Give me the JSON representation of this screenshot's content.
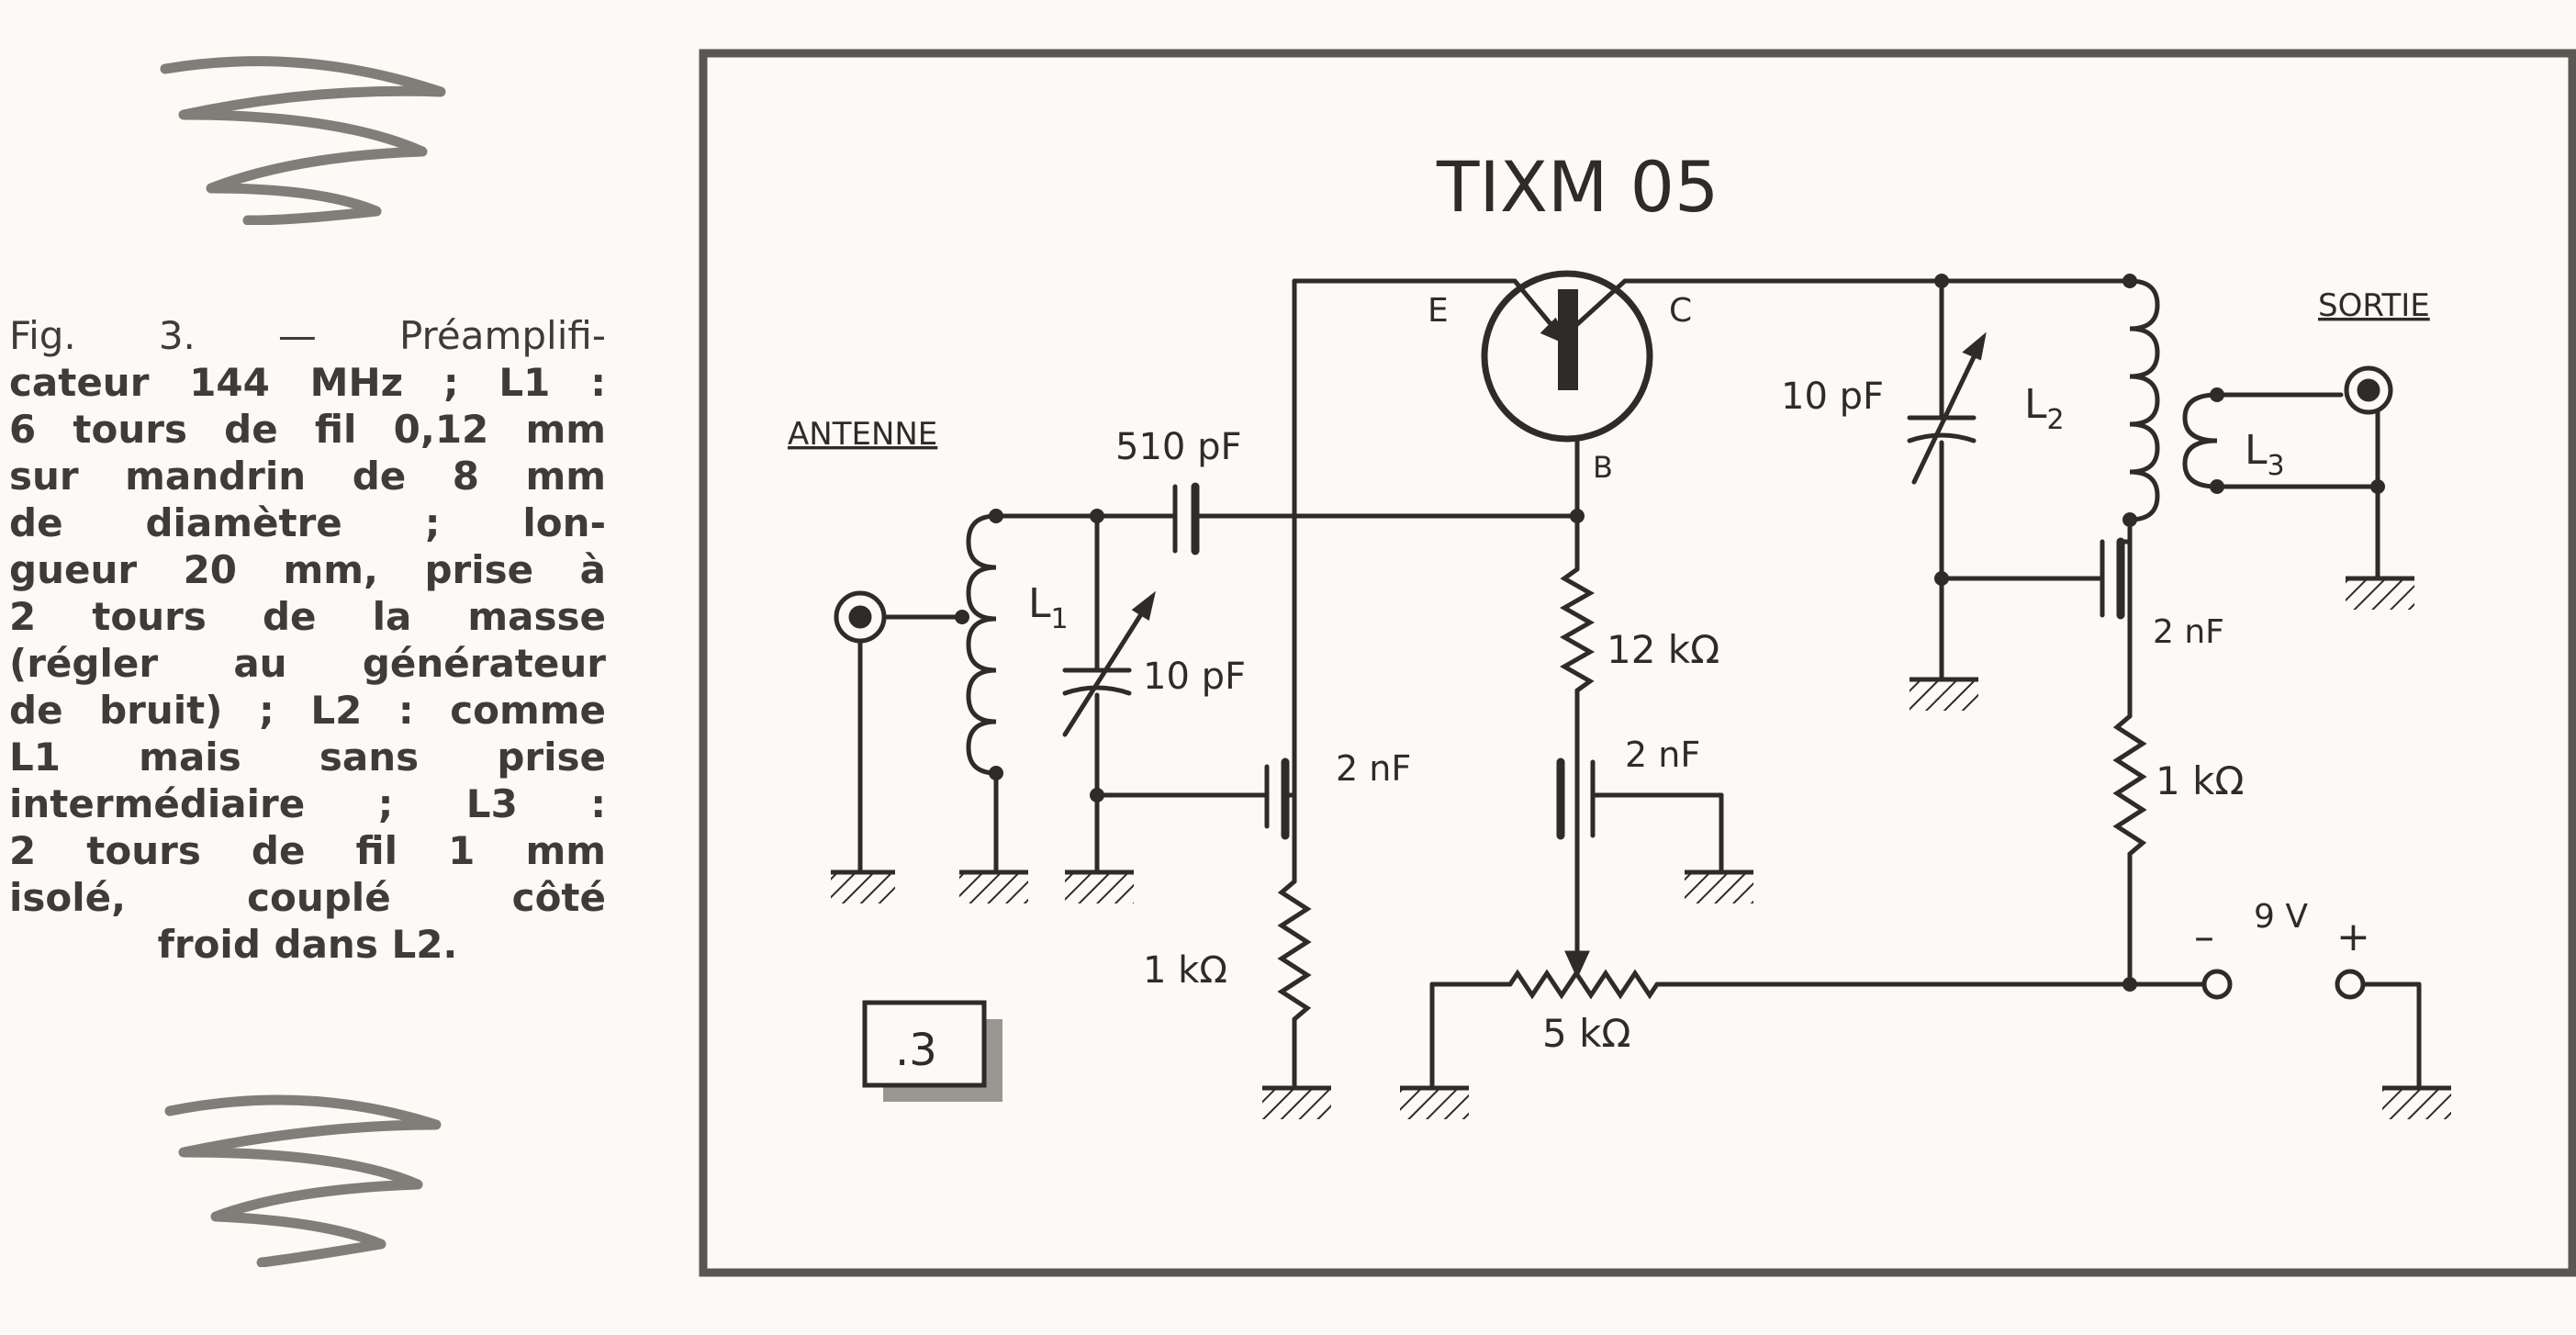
{
  "caption": {
    "lines": [
      "Fig. 3. — Préamplifi-",
      "cateur 144 MHz ; L1 :",
      "6 tours de fil 0,12 mm",
      "sur mandrin de 8 mm",
      "de diamètre ; lon-",
      "gueur 20 mm, prise à",
      "2 tours de la masse",
      "(régler au générateur",
      "de bruit) ; L2 : comme",
      "L1 mais sans prise",
      "intermédiaire ; L3 :",
      "2 tours de fil 1 mm",
      "isolé, couplé côté",
      "froid dans L2."
    ]
  },
  "diagram": {
    "transistor_label": "TIXM 05",
    "emitter": "E",
    "collector": "C",
    "base": "B",
    "antenna_label": "ANTENNE",
    "output_label": "SORTIE",
    "l1": "L",
    "l1_sub": "1",
    "l2": "L",
    "l2_sub": "2",
    "l3": "L",
    "l3_sub": "3",
    "c_510": "510 pF",
    "c_10_in": "10 pF",
    "c_2nf_in": "2 nF",
    "r_1k_left": "1 kΩ",
    "r_12k": "12 kΩ",
    "c_2nf_base": "2 nF",
    "pot_5k": "5 kΩ",
    "c_10_out": "10 pF",
    "c_2nf_out": "2 nF",
    "r_1k_right": "1 kΩ",
    "minus": "–",
    "voltage": "9 V",
    "plus": "+",
    "fig_number": ".3"
  },
  "colors": {
    "ink": "#2e2b28",
    "paper": "#fbfaf7",
    "frame": "#5a5752"
  }
}
